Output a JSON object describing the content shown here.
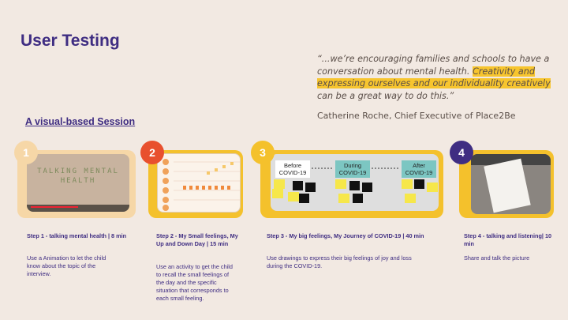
{
  "title": "User Testing",
  "quote": {
    "part1": "“...we’re encouraging families and schools to have a conversation about mental health. ",
    "highlight": "Creativity and expressing ourselves and our individuality creatively",
    "part2": " can be a great way to do this.”",
    "author": "Catherine Roche, Chief Executive of Place2Be"
  },
  "subtitle": "A visual-based Session",
  "colors": {
    "title": "#3f2d82",
    "highlight": "#f7c52e",
    "step1": "#f6d7a7",
    "step2": "#e8502e",
    "step3": "#f4c12c",
    "step4": "#3f2d82"
  },
  "steps": [
    {
      "number": "1",
      "title": "Step 1 - talking mental health | 8 min",
      "desc": "Use a Animation to let the child know about the topic of the interview.",
      "thumb_text": "TALKING MENTAL HEALTH"
    },
    {
      "number": "2",
      "title": "Step 2 - My Small feelings, My Up and Down Day | 15 min",
      "desc": "Use an activity to get the child to recall the small feelings of the day and the specific situation that corresponds to each small feeling."
    },
    {
      "number": "3",
      "title": "Step 3 - My big feelings, My Journey of COVID-19 | 40 min",
      "desc": "Use drawings to express their big feelings of joy and loss during the COVID-19.",
      "labels": [
        "Before COVID-19",
        "During COVID-19",
        "After COVID-19"
      ]
    },
    {
      "number": "4",
      "title": "Step 4 - talking and listening| 10 min",
      "desc": "Share and talk the picture"
    }
  ]
}
